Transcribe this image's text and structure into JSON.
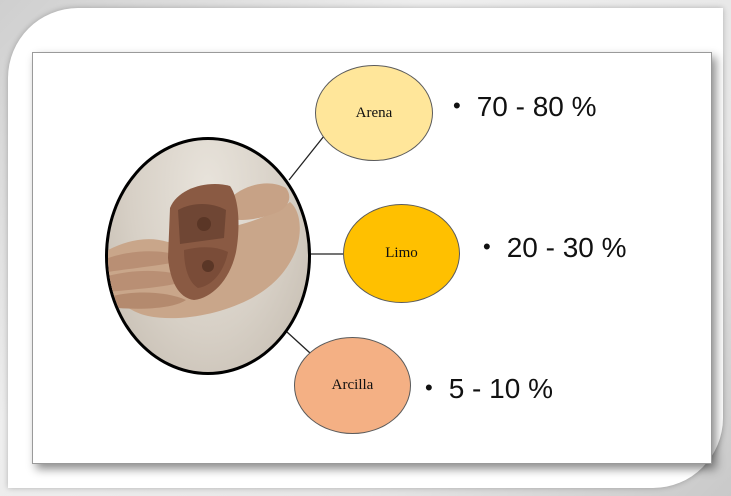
{
  "components": [
    {
      "id": "arena",
      "label": "Arena",
      "range": "70 - 80 %",
      "color": "#ffe69a"
    },
    {
      "id": "limo",
      "label": "Limo",
      "range": "20 - 30 %",
      "color": "#ffc000"
    },
    {
      "id": "arcilla",
      "label": "Arcilla",
      "range": "5 - 10 %",
      "color": "#f4b084"
    }
  ],
  "bullet_glyph": "•",
  "photo_subject": "hand-holding-soil-sample"
}
